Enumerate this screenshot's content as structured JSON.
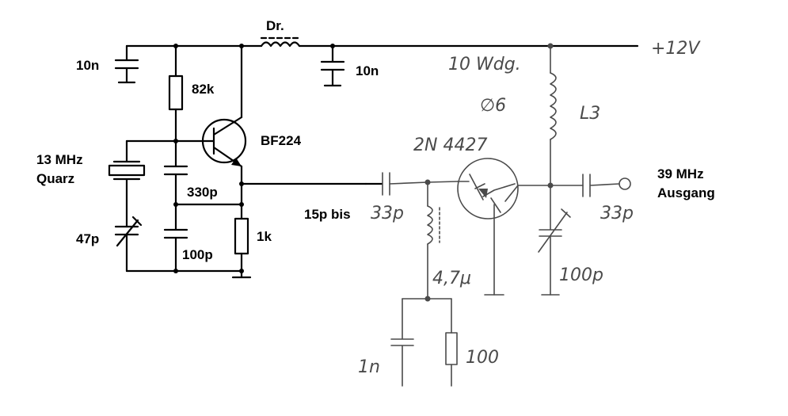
{
  "printed_labels": {
    "c_dec_left": "10n",
    "r_82k": "82k",
    "transistor_1": "BF224",
    "choke": "Dr.",
    "c_dec_right": "10n",
    "crystal_1": "13 MHz",
    "crystal_2": "Quarz",
    "c_330p": "330p",
    "c_trim_47p": "47p",
    "c_100p_left": "100p",
    "r_1k": "1k",
    "trim_range_1": "15p bis",
    "output_1": "39 MHz",
    "output_2": "Ausgang"
  },
  "handwritten_labels": {
    "supply": "+12V",
    "coil_turns": "10 Wdg.",
    "coil_diameter": "∅6",
    "coil_name": "L3",
    "transistor_2": "2N 4427",
    "c_in_33p": "33p",
    "choke_4u7": "4,7μ",
    "c_out_33p": "33p",
    "c_trim_100p": "100p",
    "c_1n": "1n",
    "r_100": "100"
  }
}
